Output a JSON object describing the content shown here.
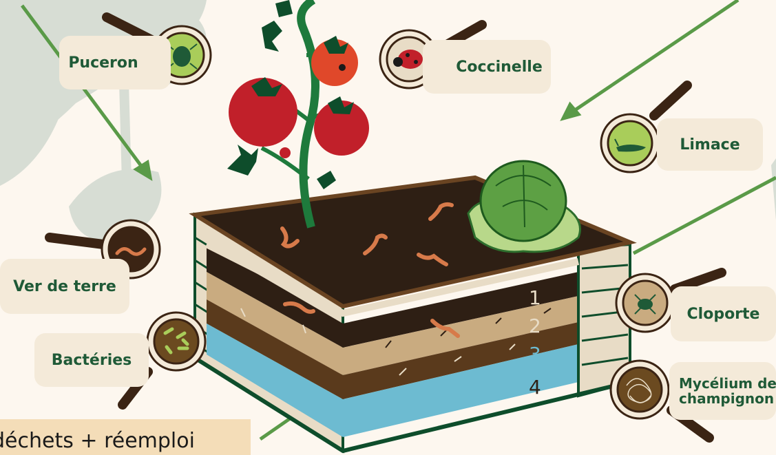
{
  "labels": {
    "puceron": "Puceron",
    "coccinelle": "Coccinelle",
    "limace": "Limace",
    "ver_de_terre": "Ver de terre",
    "bacteries": "Bactéries",
    "cloporte": "Cloporte",
    "mycelium_line1": "Mycélium de",
    "mycelium_line2": "champignon"
  },
  "layers": {
    "l1": "1",
    "l2": "2",
    "l3": "3",
    "l4": "4"
  },
  "footer": {
    "text": "déchets + réemploi"
  },
  "colors": {
    "label_bg": "#f4ead9",
    "label_text": "#1f5a37",
    "arrow": "#5a9a48",
    "soil": "#2e1f14",
    "sand": "#c9ab80",
    "brown": "#5a3a1c",
    "water": "#6dbbd1",
    "wood": "#e8dcc6",
    "frame": "#0e4d2b"
  },
  "icons": [
    "aphid-icon",
    "ladybug-icon",
    "slug-icon",
    "earthworm-icon",
    "bacteria-icon",
    "woodlouse-icon",
    "mycelium-icon",
    "tomato-plant-icon",
    "lettuce-icon",
    "magnifier-icon"
  ]
}
